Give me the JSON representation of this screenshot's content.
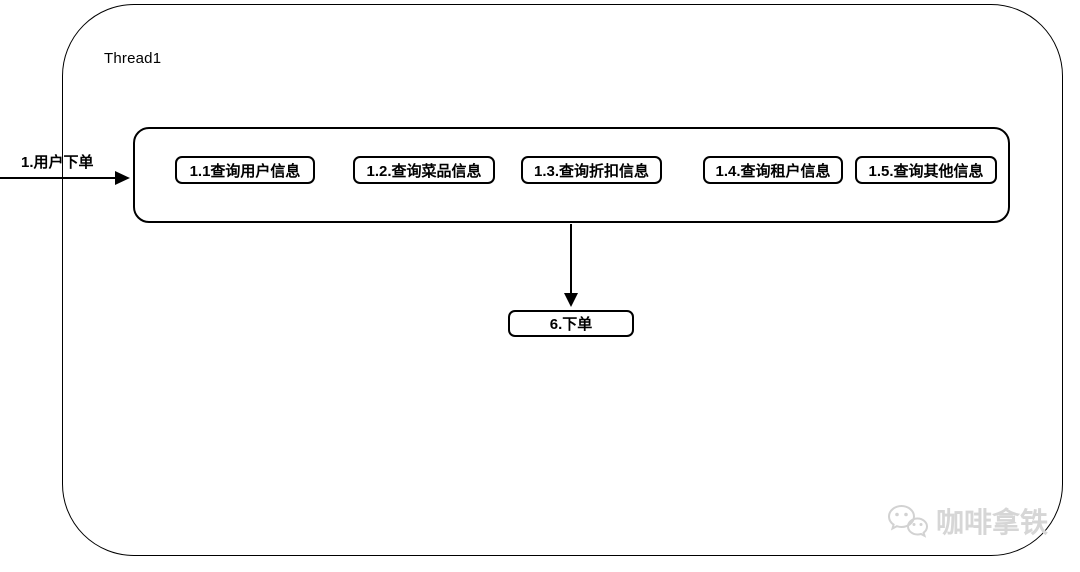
{
  "diagram": {
    "thread": {
      "label": "Thread1"
    },
    "incoming_arrow": {
      "label": "1.用户下单"
    },
    "steps": [
      {
        "label": "1.1查询用户信息"
      },
      {
        "label": "1.2.查询菜品信息"
      },
      {
        "label": "1.3.查询折扣信息"
      },
      {
        "label": "1.4.查询租户信息"
      },
      {
        "label": "1.5.查询其他信息"
      }
    ],
    "order_box": {
      "label": "6.下单"
    },
    "watermark": {
      "text": "咖啡拿铁",
      "icon": "wechat-icon"
    },
    "colors": {
      "stroke": "#000000",
      "background": "#ffffff",
      "watermark": "#d6d6d6"
    }
  }
}
